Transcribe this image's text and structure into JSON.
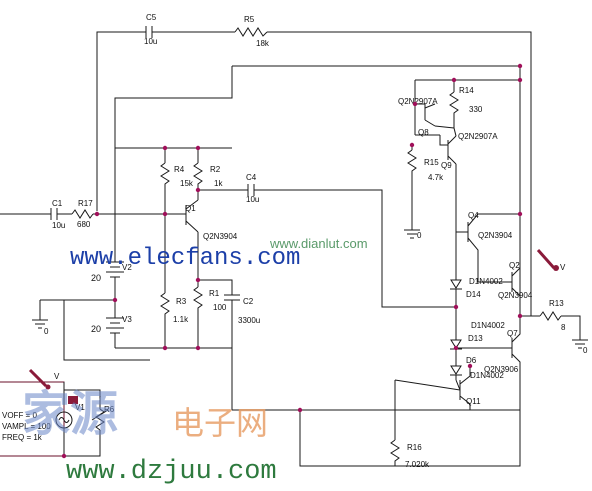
{
  "components": {
    "c5_name": "C5",
    "c5_value": "10u",
    "r5_name": "R5",
    "r5_value": "18k",
    "r14_name": "R14",
    "r14_value": "330",
    "q8_name": "Q8",
    "q8_part": "Q2N2907A",
    "q9_name": "Q9",
    "q9_part": "Q2N2907A",
    "r15_name": "R15",
    "r15_value": "4.7k",
    "r4_name": "R4",
    "r4_value": "15k",
    "r2_name": "R2",
    "r2_value": "1k",
    "c4_name": "C4",
    "c4_value": "10u",
    "c1_name": "C1",
    "c1_value": "10u",
    "r17_name": "R17",
    "r17_value": "680",
    "q1_name": "Q1",
    "q1_part": "Q2N3904",
    "q4_name": "Q4",
    "q4_part": "Q2N3904",
    "q2_name": "Q2",
    "q2_part": "Q2N3904",
    "v2_name": "V2",
    "v2_value": "20",
    "v3_name": "V3",
    "v3_value": "20",
    "r3_name": "R3",
    "r3_value": "1.1k",
    "r1_name": "R1",
    "r1_value": "100",
    "c2_name": "C2",
    "c2_value": "3300u",
    "d14_name": "D14",
    "d14_part": "D1N4002",
    "d13_name": "D13",
    "d13_part": "D1N4002",
    "d6_name": "D6",
    "d6_part": "D1N4002",
    "r13_name": "R13",
    "r13_value": "8",
    "q7_name": "Q7",
    "q7_part": "Q2N3906",
    "q11_name": "Q11",
    "r6_name": "R6",
    "v1_name": "V1",
    "r16_name": "R16",
    "r16_value": "7.020k",
    "ground_label": "0",
    "probe_label": "V"
  },
  "source_params": {
    "voff": "VOFF = 0",
    "vampl": "VAMPL = 100",
    "freq": "FREQ = 1k"
  },
  "watermarks": {
    "elecfans": "www.elecfans.com",
    "dianlut": "www.dianlut.com",
    "brand_cn": "家源",
    "brand_cn_sub": "电子网",
    "dzjuu": "www.dzjuu.com"
  },
  "colors": {
    "wire": "#1a1a1a",
    "node_dot": "#a0105a",
    "wire_alt": "#6a0f2a",
    "probe_marker": "#8a1a3a"
  }
}
